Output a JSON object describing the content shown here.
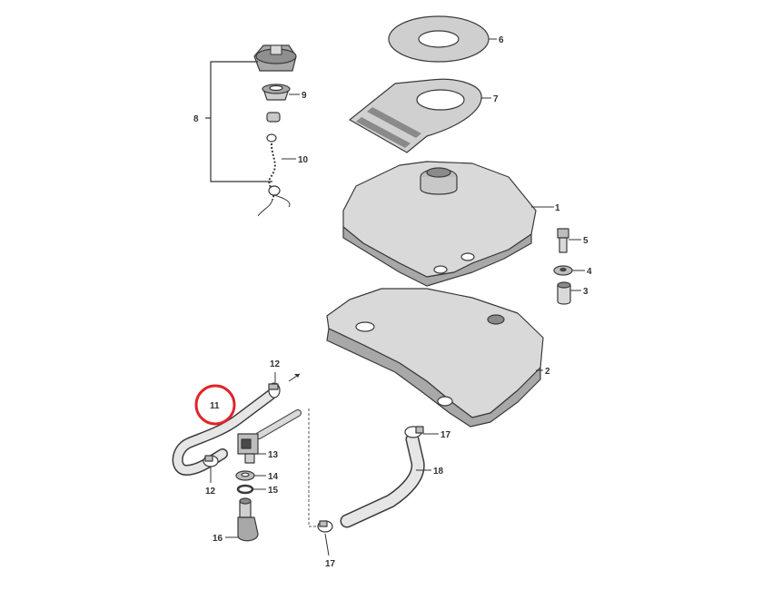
{
  "callouts": [
    {
      "num": "1"
    },
    {
      "num": "2"
    },
    {
      "num": "3"
    },
    {
      "num": "4"
    },
    {
      "num": "5"
    },
    {
      "num": "6"
    },
    {
      "num": "7"
    },
    {
      "num": "8"
    },
    {
      "num": "9"
    },
    {
      "num": "10"
    },
    {
      "num": "11"
    },
    {
      "num": "12"
    },
    {
      "num": "12"
    },
    {
      "num": "13"
    },
    {
      "num": "14"
    },
    {
      "num": "15"
    },
    {
      "num": "16"
    },
    {
      "num": "17"
    },
    {
      "num": "17"
    },
    {
      "num": "18"
    }
  ],
  "highlight": {
    "num": "11",
    "color": "#e0242b"
  },
  "colors": {
    "part_fill": "#d9d9d9",
    "part_shadow": "#a8a8a8",
    "line": "#3a3a3a"
  }
}
